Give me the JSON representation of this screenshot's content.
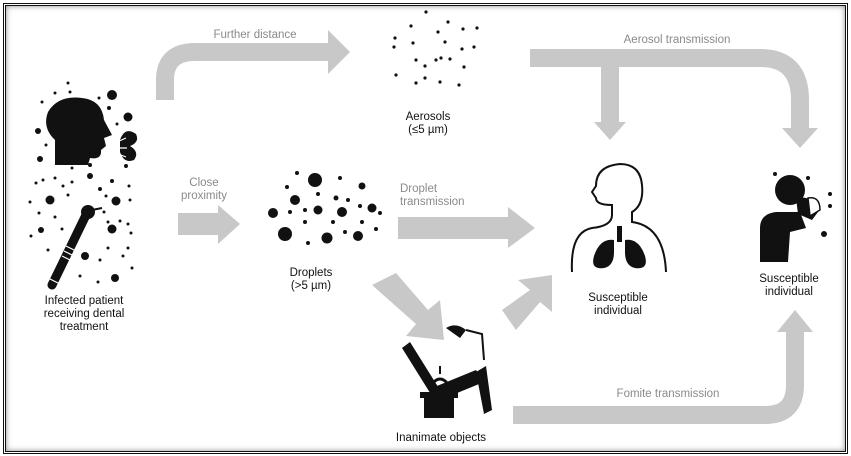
{
  "labels": {
    "source": [
      "Infected patient",
      "receiving dental",
      "treatment"
    ],
    "aerosols": [
      "Aerosols",
      "(≤5 µm)"
    ],
    "droplets": [
      "Droplets",
      "(>5 µm)"
    ],
    "inanimate": "Inanimate objects",
    "susceptible_center": [
      "Susceptible",
      "individual"
    ],
    "susceptible_right": [
      "Susceptible",
      "individual"
    ]
  },
  "arrows": {
    "further_distance": "Further distance",
    "close_proximity": [
      "Close",
      "proximity"
    ],
    "droplet_transmission": [
      "Droplet",
      "transmission"
    ],
    "aerosol_transmission": "Aerosol transmission",
    "fomite_transmission": "Fomite transmission"
  },
  "colors": {
    "arrow": "#c8c8c8",
    "icon": "#111111",
    "arrow_label": "#8a8a8a"
  }
}
